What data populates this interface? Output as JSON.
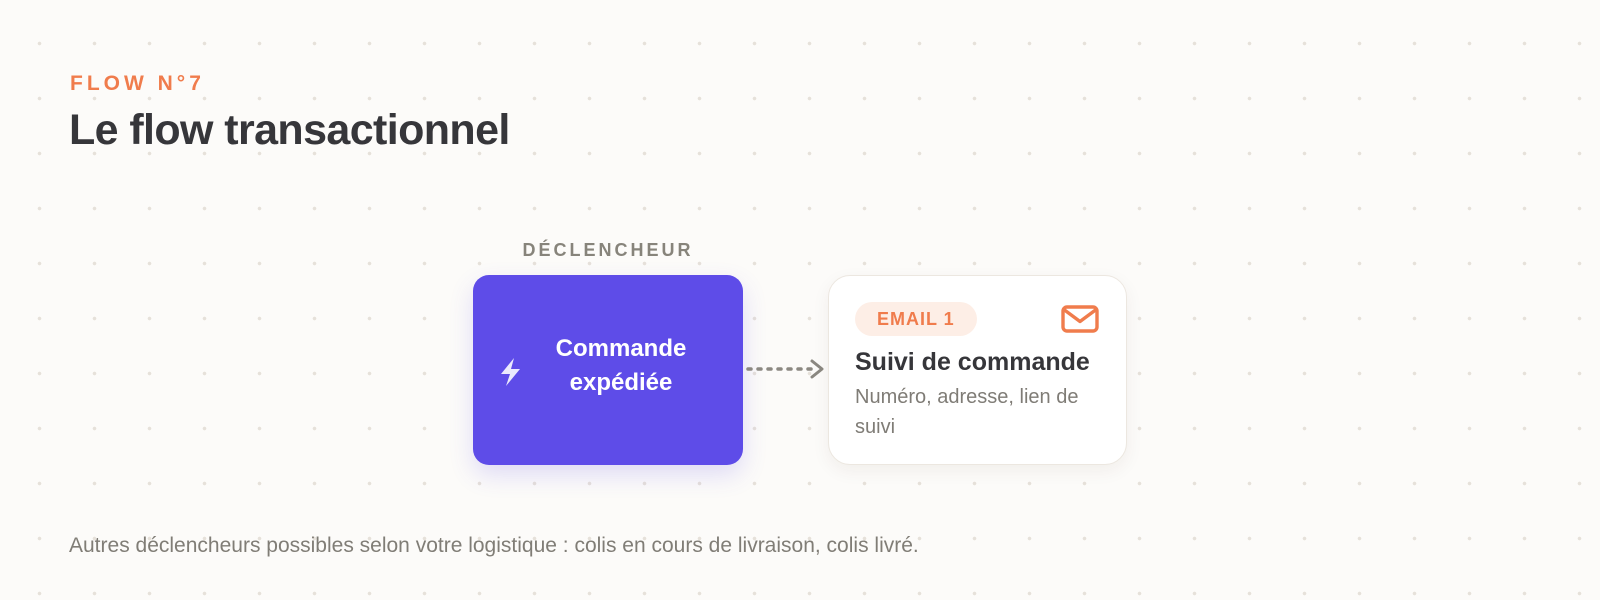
{
  "header": {
    "eyebrow": "FLOW N°7",
    "title": "Le flow transactionnel"
  },
  "trigger": {
    "label": "DÉCLENCHEUR",
    "text": "Commande expédiée",
    "icon": "lightning-bolt-icon"
  },
  "connector": {
    "style": "dotted-arrow"
  },
  "email": {
    "badge": "EMAIL 1",
    "icon": "envelope-icon",
    "title": "Suivi de commande",
    "description": "Numéro, adresse, lien de suivi"
  },
  "footnote": "Autres déclencheurs possibles selon votre logistique : colis en cours de livraison, colis livré.",
  "colors": {
    "accent": "#f07c4c",
    "trigger_bg": "#5e4ce8",
    "title_text": "#36363a",
    "muted_text": "#807d76",
    "badge_bg": "#fdeee6",
    "background": "#fcfbf9"
  }
}
